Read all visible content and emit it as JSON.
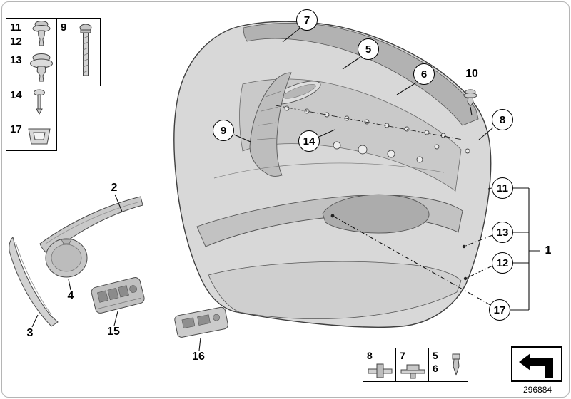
{
  "colors": {
    "line": "#1a1a1a",
    "panel_light": "#d8d8d8",
    "panel_mid": "#c9c9c9",
    "panel_dark": "#b2b2b2",
    "background": "#ffffff"
  },
  "legend": {
    "cells": [
      {
        "labels": [
          "11",
          "12"
        ],
        "icon": "push-clip-icon"
      },
      {
        "labels": [
          "9"
        ],
        "icon": "screw-icon"
      },
      {
        "labels": [
          "13"
        ],
        "icon": "grommet-clip-icon"
      },
      {
        "labels": [
          "14"
        ],
        "icon": "rivet-pin-icon"
      },
      {
        "labels": [
          "17"
        ],
        "icon": "square-clip-icon"
      }
    ]
  },
  "balloons": [
    {
      "label": "7"
    },
    {
      "label": "5"
    },
    {
      "label": "6"
    },
    {
      "label": "8"
    },
    {
      "label": "9"
    },
    {
      "label": "14"
    },
    {
      "label": "11"
    },
    {
      "label": "13"
    },
    {
      "label": "12"
    },
    {
      "label": "17"
    }
  ],
  "labels": {
    "part1": "1",
    "part2": "2",
    "part3": "3",
    "part4": "4",
    "part10": "10",
    "part15": "15",
    "part16": "16"
  },
  "footer": {
    "boxes": [
      {
        "labels": [
          "8"
        ],
        "icon": "clip-side-icon"
      },
      {
        "labels": [
          "7"
        ],
        "icon": "clip-side-icon"
      },
      {
        "labels": [
          "5",
          "6"
        ],
        "icon": "expanding-rivet-icon"
      },
      {
        "labels": [],
        "icon": "direction-arrow-icon"
      }
    ],
    "diagram_number": "296884"
  }
}
